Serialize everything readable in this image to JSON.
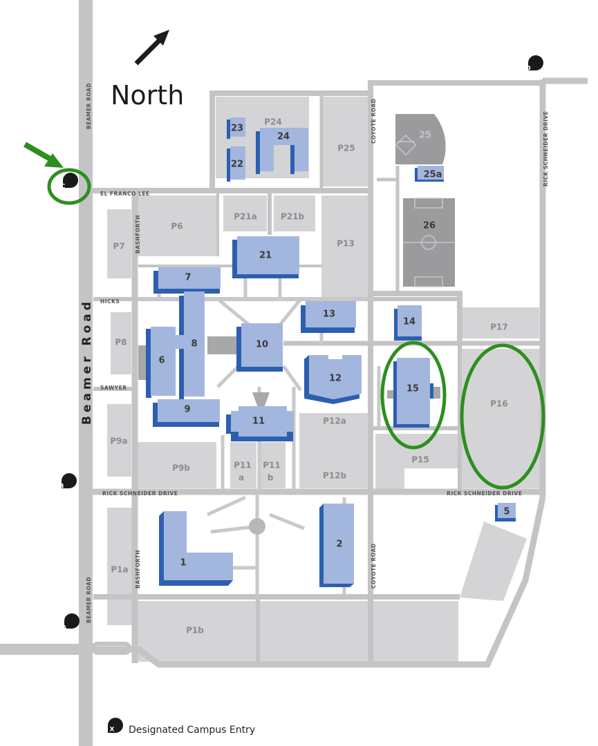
{
  "title": "North",
  "roads": {
    "beamer_large": "Beamer Road",
    "beamer_small_top": "BEAMER ROAD",
    "beamer_small_bottom": "BEAMER ROAD",
    "el_franco_lee": "EL FRANCO LEE",
    "hicks": "HICKS",
    "sawyer": "SAWYER",
    "bashforth_top": "BASHFORTH",
    "bashforth_bottom": "BASHFORTH",
    "coyote_top": "COYOTE ROAD",
    "coyote_bottom": "COYOTE ROAD",
    "rick_right_vertical": "RICK SCHNEIDER DRIVE",
    "rick_left": "RICK SCHNEIDER DRIVE",
    "rick_right": "RICK SCHNEIDER DRIVE"
  },
  "entries": {
    "a": "A",
    "b": "B",
    "c": "C",
    "d": "D",
    "x": "X"
  },
  "buildings": {
    "b1": "1",
    "b2": "2",
    "b5": "5",
    "b6": "6",
    "b7": "7",
    "b8": "8",
    "b9": "9",
    "b10": "10",
    "b11": "11",
    "b12": "12",
    "b13": "13",
    "b14": "14",
    "b15": "15",
    "b21": "21",
    "b22": "22",
    "b23": "23",
    "b24": "24",
    "b25": "25",
    "b25a": "25a",
    "b26": "26"
  },
  "parking": {
    "p1a": "P1a",
    "p1b": "P1b",
    "p6": "P6",
    "p7": "P7",
    "p8": "P8",
    "p9a": "P9a",
    "p9b": "P9b",
    "p11a_1": "P11",
    "p11a_2": "a",
    "p11b_1": "P11",
    "p11b_2": "b",
    "p12a": "P12a",
    "p12b": "P12b",
    "p13": "P13",
    "p15": "P15",
    "p16": "P16",
    "p17": "P17",
    "p21a": "P21a",
    "p21b": "P21b",
    "p24": "P24",
    "p25": "P25"
  },
  "legend": {
    "label": "Designated Campus Entry"
  },
  "colors": {
    "building_top": "#a3b6dd",
    "building_side": "#2d5fb0",
    "parking": "#d4d4d6",
    "road": "#c4c4c6",
    "highlight": "#2d8f1e"
  },
  "highlights": [
    "Entry C",
    "Building 15",
    "P16"
  ]
}
